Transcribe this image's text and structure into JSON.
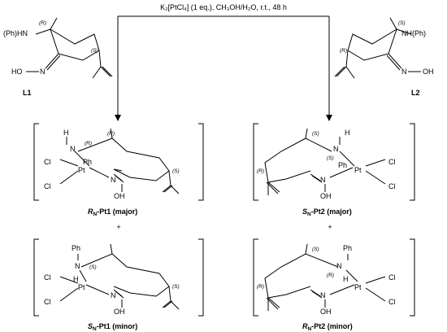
{
  "reaction": {
    "conditions": "K₂[PtCl₄] (1 eq.), CH₃OH/H₂O, r.t., 48 h"
  },
  "ligands": {
    "l1": {
      "label": "L1",
      "amine": "(Ph)HN",
      "oxime": "HO",
      "n": "N",
      "r": "(R)",
      "s": "(S)"
    },
    "l2": {
      "label": "L2",
      "amine": "NH(Ph)",
      "oxime": "OH",
      "n": "N",
      "r": "(R)",
      "s": "(S)"
    }
  },
  "complexes": {
    "c1": {
      "label_prefix": "R",
      "label_sub": "N",
      "label_rest": "-Pt1 (major)"
    },
    "c2": {
      "label_prefix": "S",
      "label_sub": "N",
      "label_rest": "-Pt2 (major)"
    },
    "c3": {
      "label_prefix": "S",
      "label_sub": "N",
      "label_rest": "-Pt1 (minor)"
    },
    "c4": {
      "label_prefix": "R",
      "label_sub": "N",
      "label_rest": "-Pt2 (minor)"
    }
  },
  "atoms": {
    "pt": "Pt",
    "cl": "Cl",
    "n": "N",
    "h": "H",
    "ph": "Ph",
    "oh": "OH",
    "r": "(R)",
    "s": "(S)"
  },
  "plus": "+"
}
